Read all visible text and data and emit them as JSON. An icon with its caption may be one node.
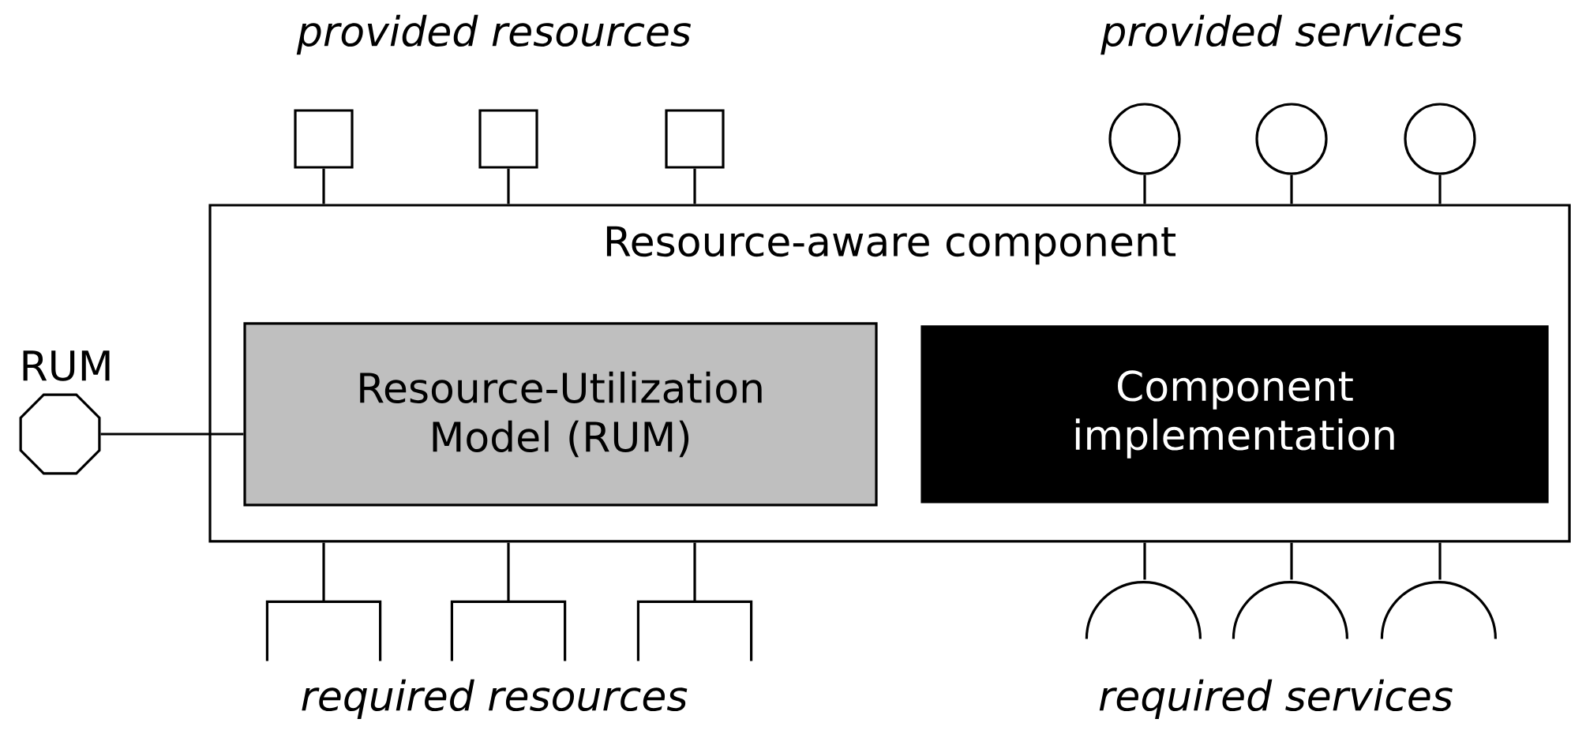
{
  "diagram": {
    "nodes": [
      {
        "text": [
          "Resource-aware component"
        ]
      },
      {
        "text": [
          "Resource-Utilization Model (RUM)"
        ],
        "in": 0
      },
      {
        "text": [
          "Component implementation"
        ],
        "in": 0
      },
      {
        "text": [],
        "shape": "octagon",
        "beside": [
          "RUM"
        ]
      },
      {
        "text": [],
        "shape": "box"
      },
      {
        "text": [],
        "shape": "box"
      },
      {
        "text": [],
        "shape": "box"
      },
      {
        "text": [],
        "shape": "circle"
      },
      {
        "text": [],
        "shape": "circle"
      },
      {
        "text": [],
        "shape": "circle"
      },
      {
        "text": [],
        "shape": "bracket"
      },
      {
        "text": [],
        "shape": "bracket"
      },
      {
        "text": [],
        "shape": "bracket"
      },
      {
        "text": [],
        "shape": "arc"
      },
      {
        "text": [],
        "shape": "arc"
      },
      {
        "text": [],
        "shape": "arc"
      }
    ],
    "edges": [
      {
        "from": 3,
        "to": 1,
        "arrow": "none"
      },
      {
        "from": 4,
        "to": 0,
        "arrow": "none"
      },
      {
        "from": 5,
        "to": 0,
        "arrow": "none"
      },
      {
        "from": 6,
        "to": 0,
        "arrow": "none"
      },
      {
        "from": 7,
        "to": 0,
        "arrow": "none"
      },
      {
        "from": 8,
        "to": 0,
        "arrow": "none"
      },
      {
        "from": 9,
        "to": 0,
        "arrow": "none"
      },
      {
        "from": 10,
        "to": 0,
        "arrow": "none"
      },
      {
        "from": 11,
        "to": 0,
        "arrow": "none"
      },
      {
        "from": 12,
        "to": 0,
        "arrow": "none"
      },
      {
        "from": 13,
        "to": 0,
        "arrow": "none"
      },
      {
        "from": 14,
        "to": 0,
        "arrow": "none"
      },
      {
        "from": 15,
        "to": 0,
        "arrow": "none"
      }
    ],
    "labels": [
      "provided resources",
      "provided services",
      "required resources",
      "required services"
    ]
  }
}
